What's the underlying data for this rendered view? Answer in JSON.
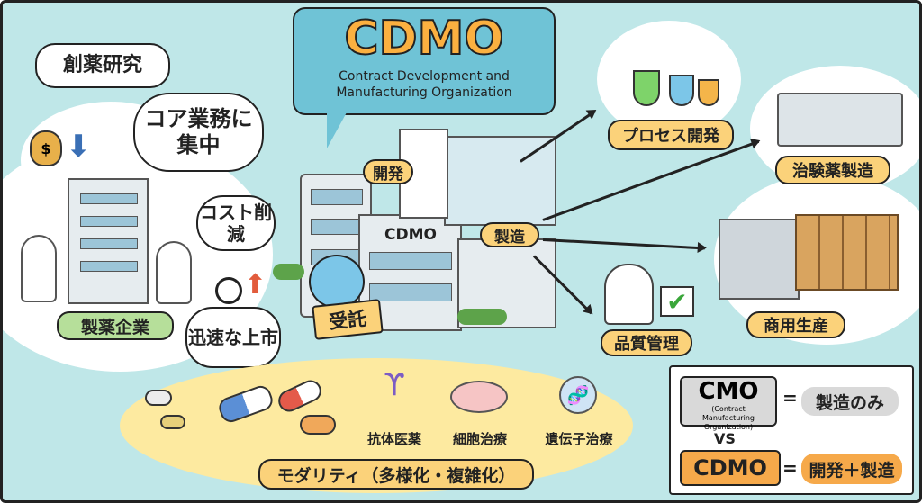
{
  "header": {
    "title": "CDMO",
    "subtitle_line1": "Contract Development and",
    "subtitle_line2": "Manufacturing Organization"
  },
  "left": {
    "drug_discovery": "創薬研究",
    "bubble_focus": "コア業務に集中",
    "bubble_cost": "コスト削減",
    "bubble_speed": "迅速な上市",
    "pharma_label": "製薬企業"
  },
  "center": {
    "building_sign": "CDMO",
    "development_tag": "開発",
    "manufacturing_tag": "製造",
    "contract_sign": "受託"
  },
  "right": {
    "process_dev": "プロセス開発",
    "clinical_mfg": "治験薬製造",
    "commercial": "商用生産",
    "quality": "品質管理"
  },
  "modality": {
    "antibody": "抗体医薬",
    "cell": "細胞治療",
    "gene": "遺伝子治療",
    "label": "モダリティ（多様化・複雑化）"
  },
  "comparison": {
    "cmo": "CMO",
    "cmo_full": "(Contract Manufacturing Organization)",
    "cmo_desc": "製造のみ",
    "vs": "VS",
    "cdmo": "CDMO",
    "cdmo_desc": "開発＋製造",
    "equals": "="
  },
  "colors": {
    "background": "#bfe7e8",
    "accent": "#fbb040",
    "green": "#b6df9a",
    "bubble": "#6fc3d6"
  }
}
